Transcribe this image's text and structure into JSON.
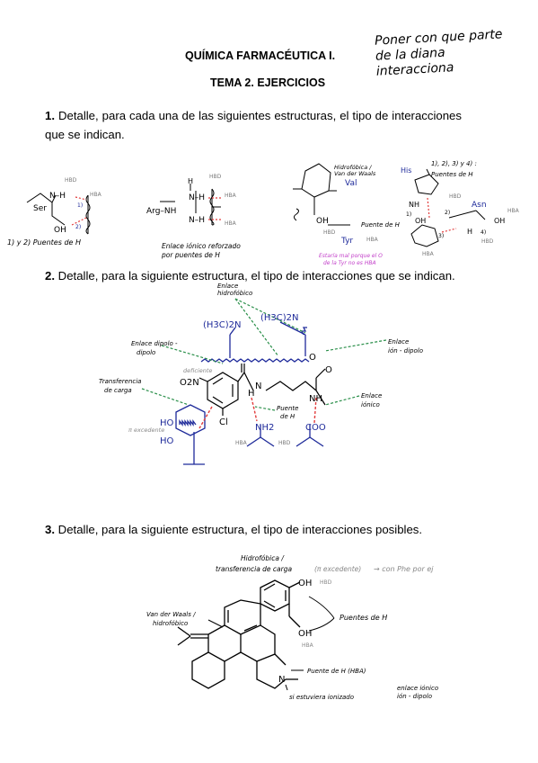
{
  "header": {
    "title": "QUÍMICA FARMACÉUTICA I.",
    "subtitle": "TEMA 2. EJERCICIOS",
    "handwritten_note": [
      "Poner con que parte",
      "de la diana",
      "interacciona"
    ]
  },
  "exercises": [
    {
      "number": "1.",
      "text": "Detalle, para cada una de las siguientes estructuras, el tipo de interacciones que se indican."
    },
    {
      "number": "2.",
      "text": "Detalle, para la siguiente estructura, el tipo de interacciones que se indican."
    },
    {
      "number": "3.",
      "text": "Detalle, para la siguiente estructura, el tipo de interacciones posibles."
    }
  ],
  "fig1": {
    "a": {
      "ser": "Ser",
      "nh": "N–H",
      "oh": "OH",
      "hbd": "HBD",
      "hba": "HBA",
      "marks": [
        "1)",
        "2)"
      ],
      "caption": "1) y 2) Puentes de H"
    },
    "b": {
      "arg": "Arg–NH",
      "h": "H",
      "nh": "N–H",
      "hbd": "HBD",
      "hba": "HBA",
      "caption": [
        "Enlace iónico reforzado",
        "por puentes de H"
      ]
    },
    "c": {
      "oh": "OH",
      "val": "Val",
      "tyr": "Tyr",
      "hydro": [
        "Hidrofóbica /",
        "Van der Waals"
      ],
      "hbond": "Puente de H",
      "hbd": "HBD",
      "hba": "HBA",
      "note": [
        "Estaría mal porque el O",
        "de la Tyr no es HBA"
      ]
    },
    "d": {
      "his": "His",
      "nh": "NH",
      "asn": "Asn",
      "oh": "OH",
      "h": "H",
      "hbd": "HBD",
      "hba": "HBA",
      "heading": [
        "1), 2), 3) y 4) :",
        "Puentes de H"
      ],
      "marks": [
        "1)",
        "2)",
        "3)",
        "4)"
      ]
    }
  },
  "fig2": {
    "hydrophobic": [
      "Enlace",
      "hidrofóbico"
    ],
    "dipole": [
      "Enlace dipolo -",
      "dipolo"
    ],
    "ion_dipole": [
      "Enlace",
      "ión - dipolo"
    ],
    "charge_transfer": [
      "Transferencia",
      "de carga"
    ],
    "deficient": "deficiente",
    "pi_excess": "π excedente",
    "hbond": [
      "Puente",
      "de H"
    ],
    "ionic": [
      "Enlace",
      "iónico"
    ],
    "groups": {
      "nme2_left": "(H3C)2N",
      "nme2_right": "(H3C)2N",
      "no2": "O2N",
      "cl": "Cl",
      "ho1": "HO",
      "ho2": "HO",
      "nh": "NH",
      "nh2": "NH2",
      "coo": "COO",
      "o_minus": "O",
      "o": "O",
      "h": "H",
      "n": "N"
    },
    "hba": "HBA",
    "hbd": "HBD"
  },
  "fig3": {
    "top_label": [
      "Hidrofóbica /",
      "transferencia de carga"
    ],
    "pi_note": "(π excedente)",
    "phe_note": "→ con Phe por ej",
    "hbd": "HBD",
    "hba": "HBA",
    "oh_top": "OH",
    "oh_bottom": "OH",
    "n": "N",
    "vdw": [
      "Van der Waals /",
      "hidrofóbico"
    ],
    "hbonds": "Puentes de H",
    "n_hba": "Puente de H (HBA)",
    "ionized": "si estuviera ionizado",
    "ionic": [
      "enlace iónico",
      "ión - dipolo"
    ]
  }
}
